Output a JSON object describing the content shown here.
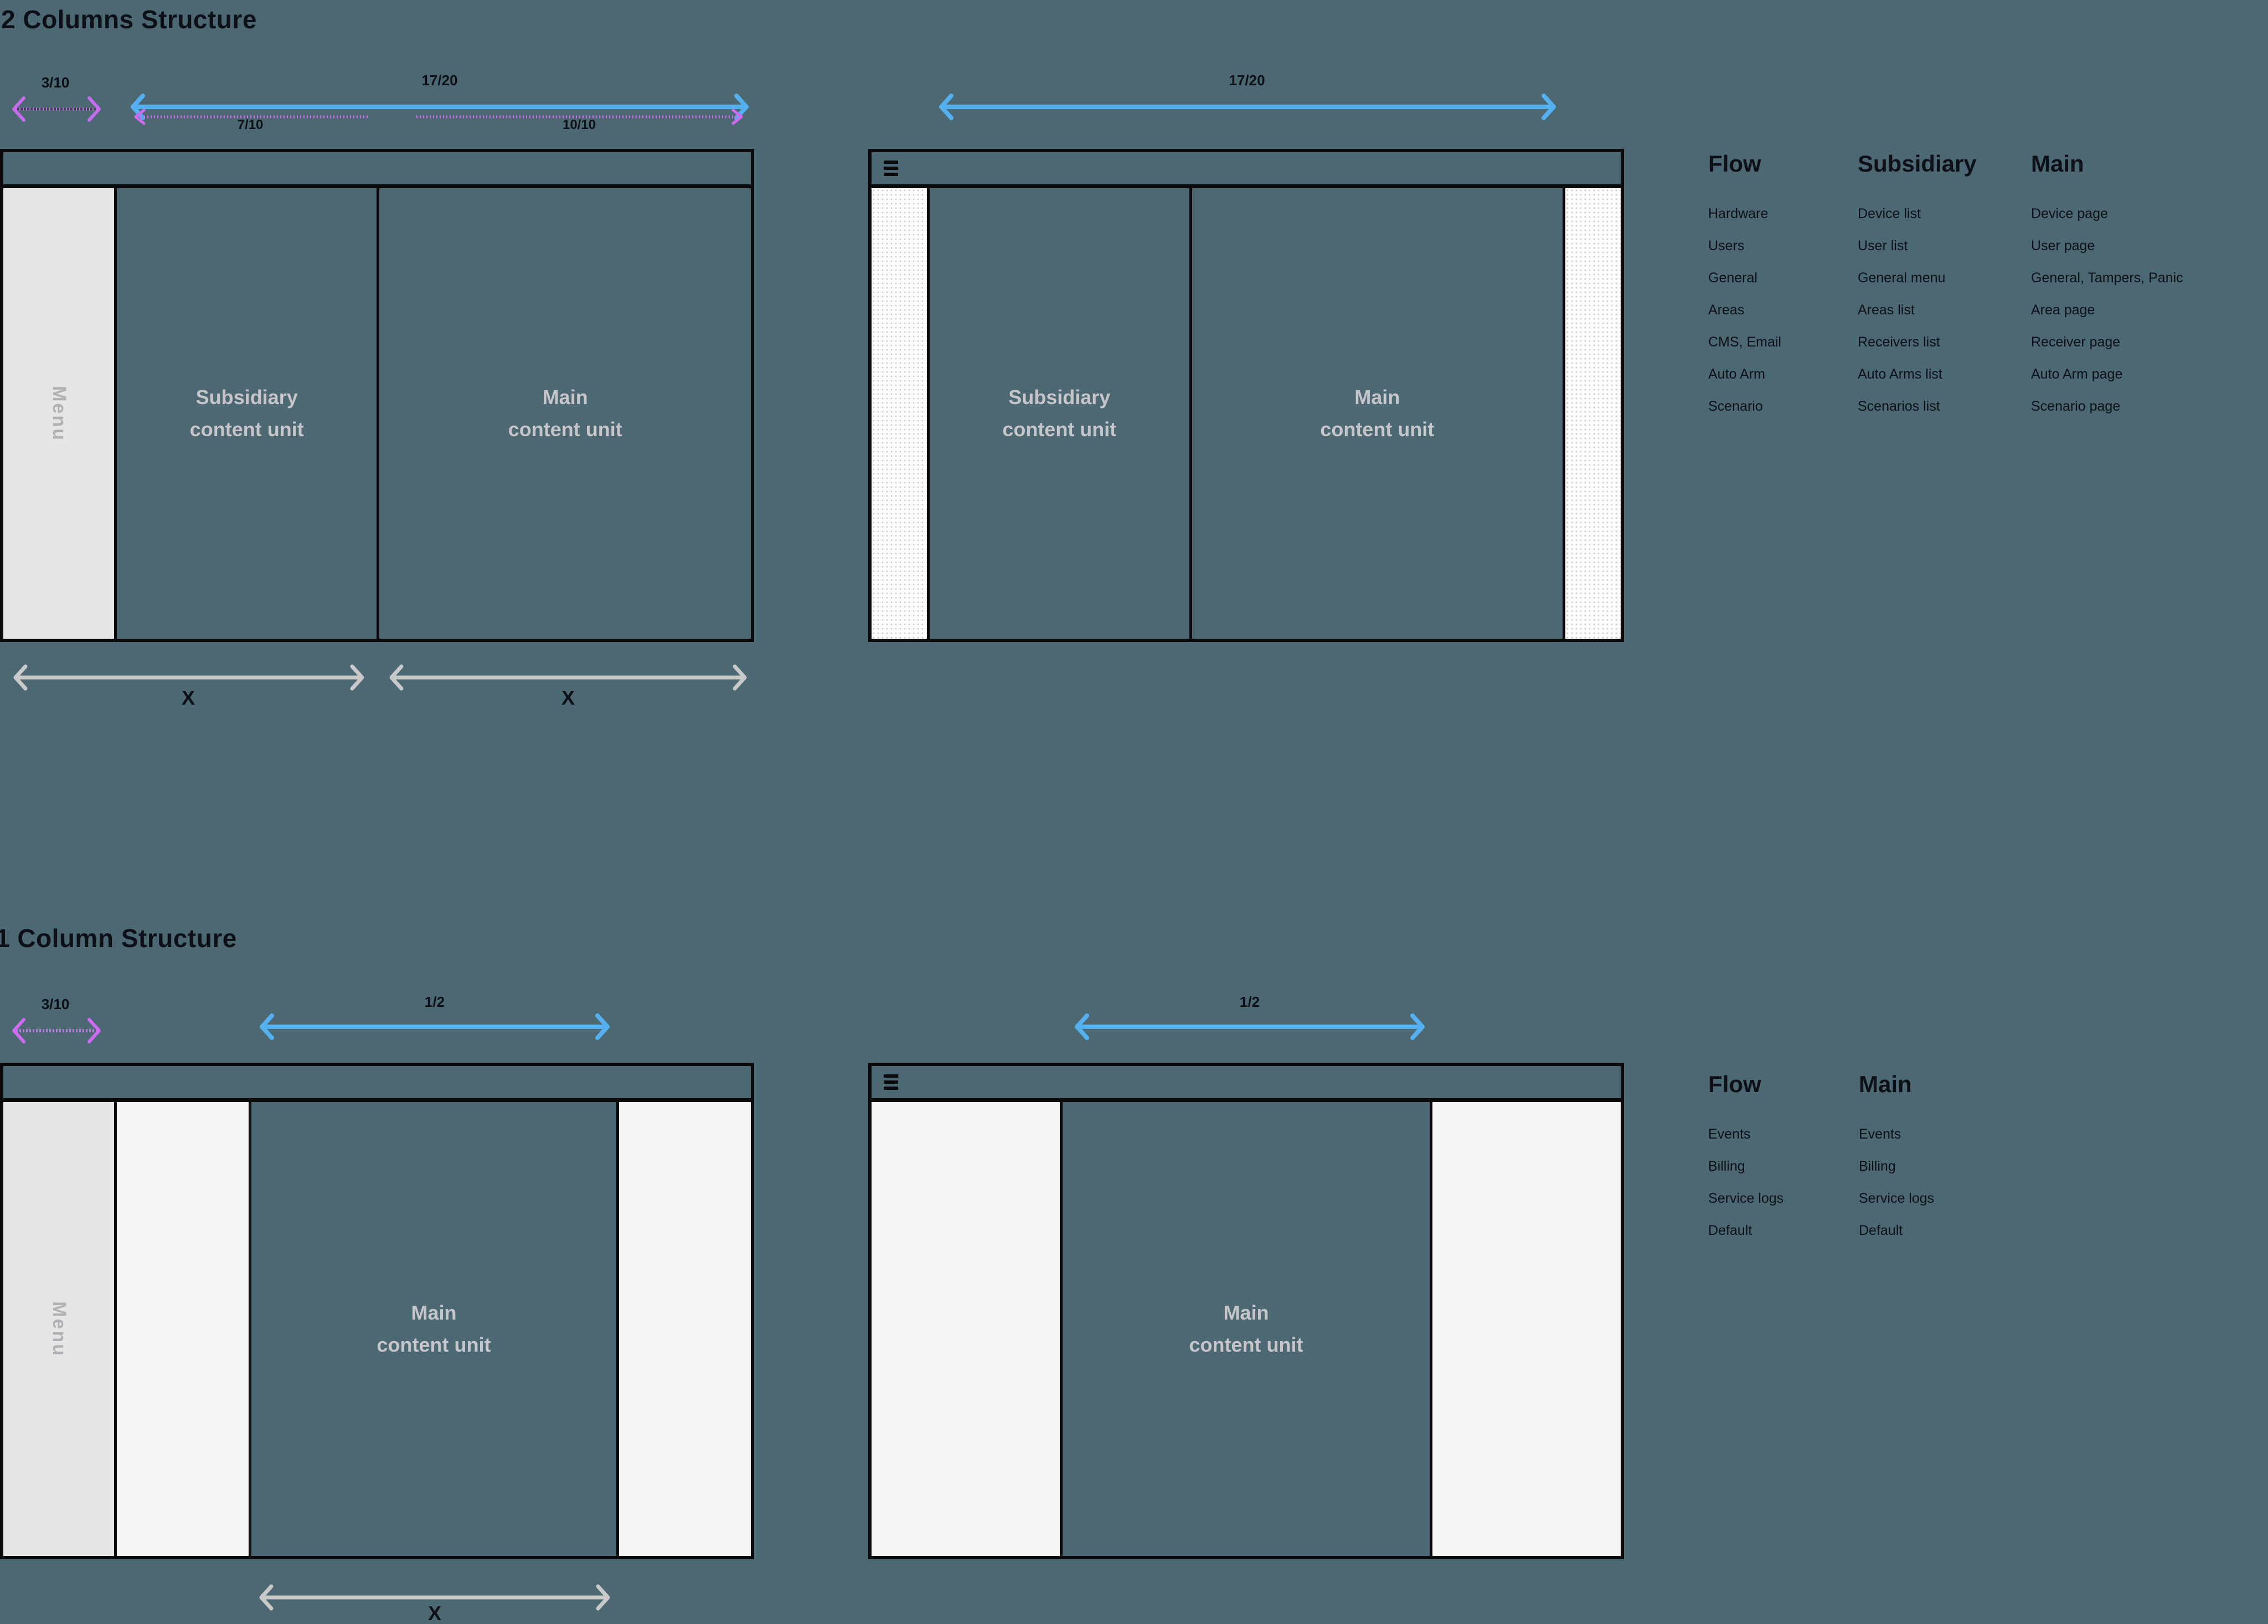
{
  "palette": {
    "background": "#4c6873",
    "panel_teal": "#4c6873",
    "border_black": "#0a0a0a",
    "menu_sidebar_gray": "#e6e6e6",
    "offwhite_column": "#f5f5f5",
    "dotted_column_base": "#fbfbfb",
    "dotted_column_dot": "#c8c8c8",
    "arrow_blue": "#55b0f0",
    "arrow_purple": "#c76cf0",
    "arrow_gray": "#c9c9c9",
    "text_dark": "#0d1017",
    "text_menu_gray": "#b1b1b5",
    "text_content_gray": "#c6c6ca"
  },
  "sec2col": {
    "title": "2 Columns Structure",
    "measures": {
      "menu": "3/10",
      "total": "17/20",
      "sub": "7/10",
      "main": "10/10",
      "total2": "17/20"
    },
    "wf_expanded": {
      "menu": "Menu",
      "sub1": "Subsidiary",
      "sub2": "content unit",
      "main1": "Main",
      "main2": "content unit",
      "x_left": "X",
      "x_right": "X"
    },
    "wf_collapsed": {
      "sub1": "Subsidiary",
      "sub2": "content unit",
      "main1": "Main",
      "main2": "content unit"
    },
    "table": {
      "h": [
        "Flow",
        "Subsidiary",
        "Main"
      ],
      "rows": [
        [
          "Hardware",
          "Device list",
          "Device page"
        ],
        [
          "Users",
          "User list",
          "User page"
        ],
        [
          "General",
          "General menu",
          "General, Tampers, Panic"
        ],
        [
          "Areas",
          "Areas list",
          "Area page"
        ],
        [
          "CMS, Email",
          "Receivers list",
          "Receiver page"
        ],
        [
          "Auto Arm",
          "Auto Arms list",
          "Auto Arm page"
        ],
        [
          "Scenario",
          "Scenarios list",
          "Scenario page"
        ]
      ]
    }
  },
  "sec1col": {
    "title": "1 Column Structure",
    "measures": {
      "menu": "3/10",
      "half_left": "1/2",
      "half_right": "1/2"
    },
    "wf_expanded": {
      "menu": "Menu",
      "main1": "Main",
      "main2": "content unit",
      "x": "X"
    },
    "wf_collapsed": {
      "main1": "Main",
      "main2": "content unit"
    },
    "table": {
      "h": [
        "Flow",
        "Main"
      ],
      "rows": [
        [
          "Events",
          "Events"
        ],
        [
          "Billing",
          "Billing"
        ],
        [
          "Service logs",
          "Service logs"
        ],
        [
          "Default",
          "Default"
        ]
      ]
    }
  }
}
